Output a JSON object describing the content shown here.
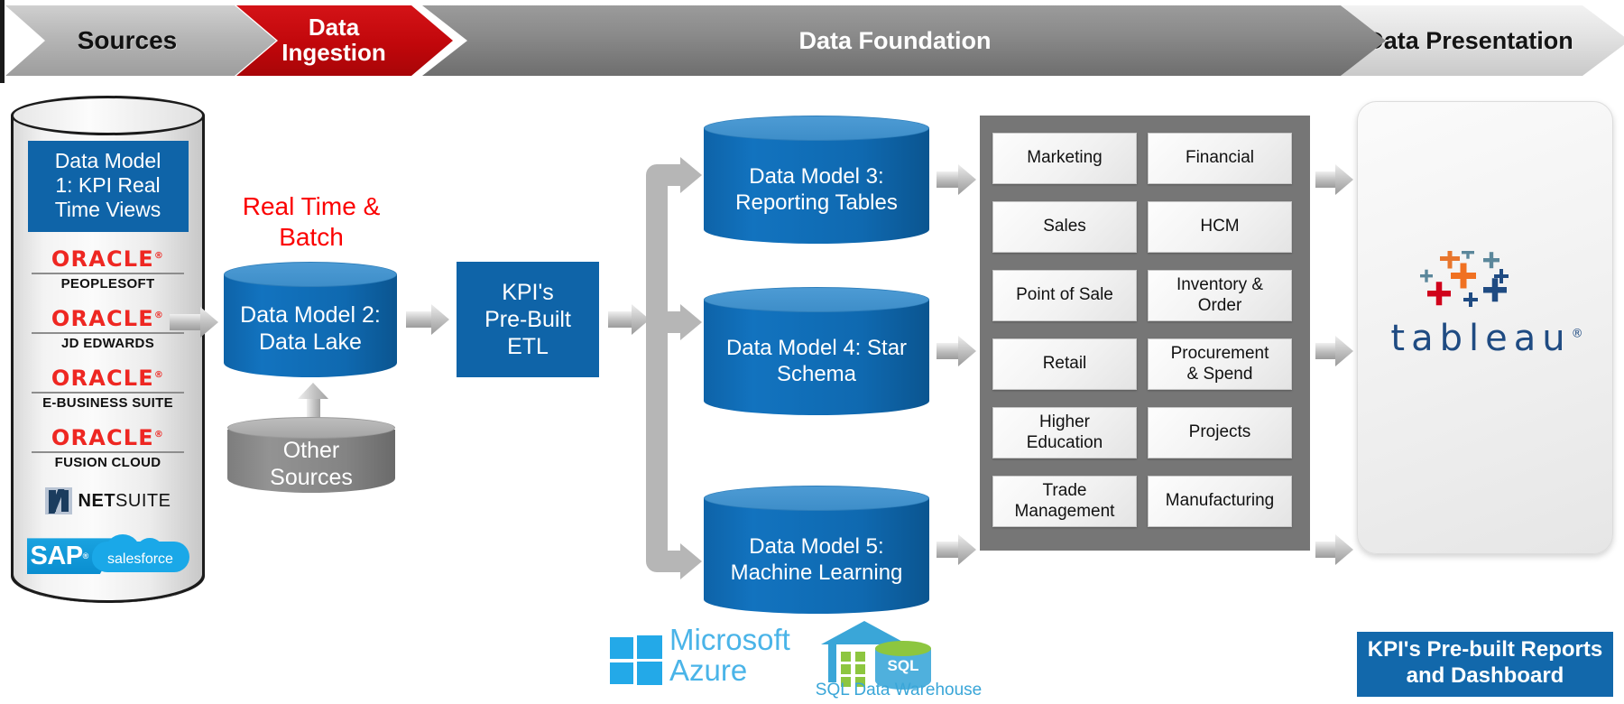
{
  "banner": {
    "stages": [
      {
        "id": "sources",
        "label": "Sources"
      },
      {
        "id": "data-ingestion",
        "label": "Data\nIngestion"
      },
      {
        "id": "data-foundation",
        "label": "Data Foundation"
      },
      {
        "id": "data-presentation",
        "label": "Data Presentation"
      }
    ],
    "colors": {
      "sources": "#b6b6b6",
      "data_ingestion": "#c1070b",
      "data_foundation": "#8b8b8b",
      "data_presentation": "#e2e2e2"
    }
  },
  "sources": {
    "data_model_1": "Data Model 1: KPI Real Time Views",
    "logos": [
      {
        "brand": "ORACLE",
        "product": "PEOPLESOFT"
      },
      {
        "brand": "ORACLE",
        "product": "JD EDWARDS"
      },
      {
        "brand": "ORACLE",
        "product": "E-BUSINESS SUITE"
      },
      {
        "brand": "ORACLE",
        "product": "FUSION CLOUD"
      }
    ],
    "netsuite": {
      "bold": "NET",
      "light": "SUITE"
    },
    "sap": "SAP",
    "salesforce": "salesforce"
  },
  "ingestion": {
    "mode_label": "Real Time & Batch",
    "mode_color": "#fb0000",
    "data_model_2": "Data Model 2: Data Lake",
    "other_sources": "Other Sources",
    "etl": "KPI's Pre-Built ETL"
  },
  "foundation": {
    "data_model_3": "Data Model 3: Reporting Tables",
    "data_model_4": "Data Model 4: Star Schema",
    "data_model_5": "Data Model 5: Machine Learning",
    "subject_areas": {
      "left_column": [
        "Marketing",
        "Sales",
        "Point of Sale",
        "Retail",
        "Higher Education",
        "Trade Management"
      ],
      "right_column": [
        "Financial",
        "HCM",
        "Inventory & Order",
        "Procurement & Spend",
        "Projects",
        "Manufacturing"
      ]
    },
    "platform": {
      "microsoft": "Microsoft",
      "azure": "Azure",
      "sql_badge": "SQL",
      "sql_caption": "SQL Data Warehouse"
    }
  },
  "presentation": {
    "tool": "tableau",
    "trademark": "®",
    "caption": "KPI's Pre-built Reports and Dashboard",
    "caption_bg": "#1268ab"
  }
}
